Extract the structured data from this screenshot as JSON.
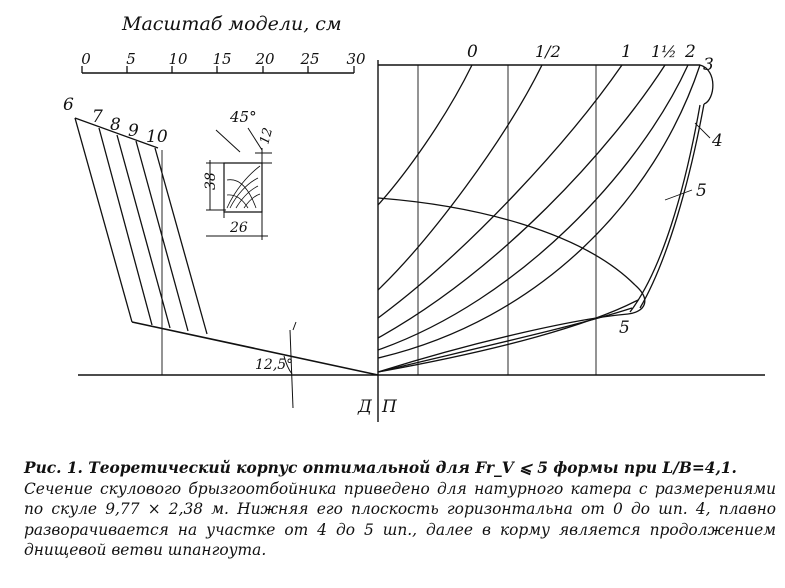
{
  "scale": {
    "title": "Масштаб модели, см",
    "ticks": [
      "0",
      "5",
      "10",
      "15",
      "20",
      "25",
      "30"
    ]
  },
  "stations": {
    "bow": [
      "0",
      "1/2",
      "1",
      "1½",
      "2",
      "3",
      "4",
      "5"
    ],
    "stern": [
      "6",
      "7",
      "8",
      "9",
      "10"
    ],
    "chine_label": "5"
  },
  "angles": {
    "deadrise": "12,5°",
    "spray_rail_angle": "45°"
  },
  "spray_rail": {
    "height": "38",
    "width": "26",
    "step": "12"
  },
  "center_labels": {
    "left": "Д",
    "right": "П"
  },
  "caption": {
    "line1": "Рис. 1. Теоретический корпус оптимальной для Fr_V ⩽ 5 формы при L/B=4,1.",
    "line2": "Сечение скулового брызгоотбойника приведено для натурного катера с размерениями по скуле 9,77 × 2,38 м. Нижняя его плоскость горизонтальна от 0 до шп. 4, плавно разворачивается на участке от 4 до 5 шп., далее в корму является продолжением днищевой ветви шпангоута."
  }
}
